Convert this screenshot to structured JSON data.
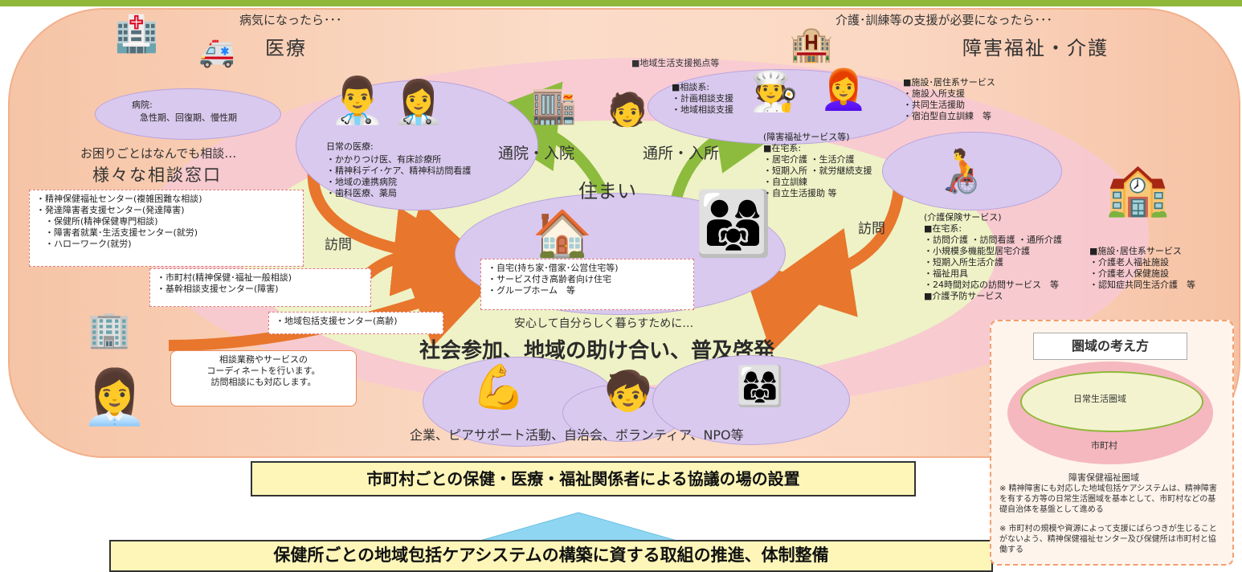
{
  "top_left_caption": "病気になったら･･･",
  "medical_title": "医療",
  "top_right_caption": "介護･訓練等の支援が必要になったら･･･",
  "welfare_title": "障害福祉・介護",
  "hospital": {
    "title": "病院:",
    "text": "急性期、回復期、慢性期"
  },
  "daily_medical": {
    "title": "日常の医療:",
    "items": "・かかりつけ医、有床診療所\n・精神科デイ･ケア、精神科訪問看護\n・地域の連携病院\n・歯科医療、薬局"
  },
  "consult_caption": "お困りごとはなんでも相談…",
  "consult_title": "様々な相談窓口",
  "consult_box1": "・精神保健福祉センター(複雑困難な相談)\n・発達障害者支援センター(発達障害)\n　・保健所(精神保健専門相談)\n　・障害者就業･生活支援センター(就労)\n　・ハローワーク(就労)",
  "consult_box2": "・市町村(精神保健･福祉一般相談)\n・基幹相談支援センター(障害)",
  "consult_box3": "・地域包括支援センター(高齢)",
  "speech_bubble": "相談業務やサービスの\nコーディネートを行います。\n訪問相談にも対応します。",
  "visit_left": "訪問",
  "visit_right": "訪問",
  "commute_hospital": "通院・入院",
  "commute_facility": "通所・入所",
  "housing_title": "住まい",
  "housing_items": "・自宅(持ち家･借家･公営住宅等)\n・サービス付き高齢者向け住宅\n・グループホーム　等",
  "base_label": "■地域生活支援拠点等",
  "consult_services": "■相談系:\n・計画相談支援\n・地域相談支援",
  "facility_services": "■施設･居住系サービス\n・施設入所支援\n・共同生活援助\n・宿泊型自立訓練　等",
  "disability_services": "(障害福祉サービス等)\n■在宅系:\n・居宅介護 ・生活介護\n・短期入所 ・就労継続支援\n・自立訓練\n・自立生活援助 等",
  "care_services": "(介護保険サービス)\n■在宅系:\n・訪問介護 ・訪問看護 ・通所介護\n・小規模多機能型居宅介護\n・短期入所生活介護\n・福祉用具\n・24時間対応の訪問サービス　等\n■介護予防サービス",
  "care_facility": "■施設･居住系サービス\n・介護老人福祉施設\n・介護老人保健施設\n・認知症共同生活介護　等",
  "community_caption": "安心して自分らしく暮らすために…",
  "community_title": "社会参加、地域の助け合い、普及啓発",
  "community_actors": "企業、ピアサポート活動、自治会、ボランティア、NPO等",
  "council_box": "市町村ごとの保健・医療・福祉関係者による協議の場の設置",
  "bottom_box": "保健所ごとの地域包括ケアシステムの構築に資する取組の推進、体制整備",
  "legend": {
    "title": "圏域の考え方",
    "inner": "日常生活圏域",
    "middle": "市町村",
    "outer": "障害保健福祉圏域",
    "note1": "※ 精神障害にも対応した地域包括ケアシステムは、精神障害を有する方等の日常生活圏域を基本として、市町村などの基礎自治体を基盤として進める",
    "note2": "※ 市町村の規模や資源によって支援にばらつきが生じることがないよう、精神保健福祉センター及び保健所は市町村と協働する"
  },
  "icons": {
    "hospital": "hospital-building-icon",
    "ambulance": "ambulance-icon",
    "doctor": "doctor-icon",
    "nurse": "nurse-icon",
    "house": "house-icon",
    "counselor": "counselor-icon",
    "staff": "staff-icon",
    "family": "family-icon",
    "wheelchair": "wheelchair-icon",
    "facility": "facility-building-icon",
    "office": "office-building-icon",
    "people": "people-icon"
  },
  "colors": {
    "outer": "#f6c4a6",
    "pink": "#f7c9d3",
    "green": "#eef2c6",
    "lavender": "#d9c9ee",
    "arrow": "#e8762c",
    "green_arrow": "#8dbb3d",
    "yellow": "#fdf6b8",
    "blue_arrow": "#8fd6f2"
  }
}
